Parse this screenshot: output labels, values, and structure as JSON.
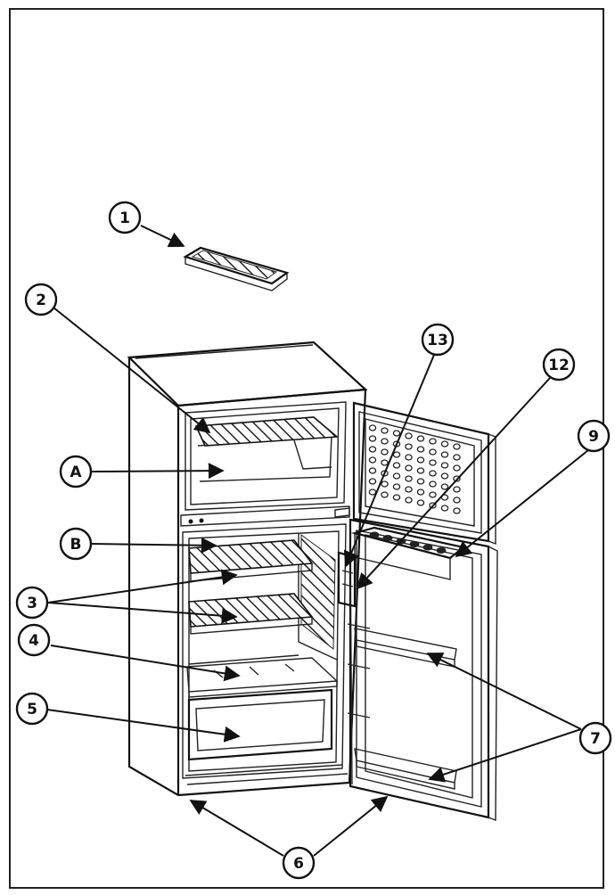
{
  "diagram": {
    "callouts": [
      {
        "id": "c1",
        "text": "1"
      },
      {
        "id": "c2",
        "text": "2"
      },
      {
        "id": "cA",
        "text": "A"
      },
      {
        "id": "cB",
        "text": "B"
      },
      {
        "id": "c3",
        "text": "3"
      },
      {
        "id": "c4",
        "text": "4"
      },
      {
        "id": "c5",
        "text": "5"
      },
      {
        "id": "c6",
        "text": "6"
      },
      {
        "id": "c7",
        "text": "7"
      },
      {
        "id": "c9",
        "text": "9"
      },
      {
        "id": "c12",
        "text": "12"
      },
      {
        "id": "c13",
        "text": "13"
      }
    ]
  }
}
